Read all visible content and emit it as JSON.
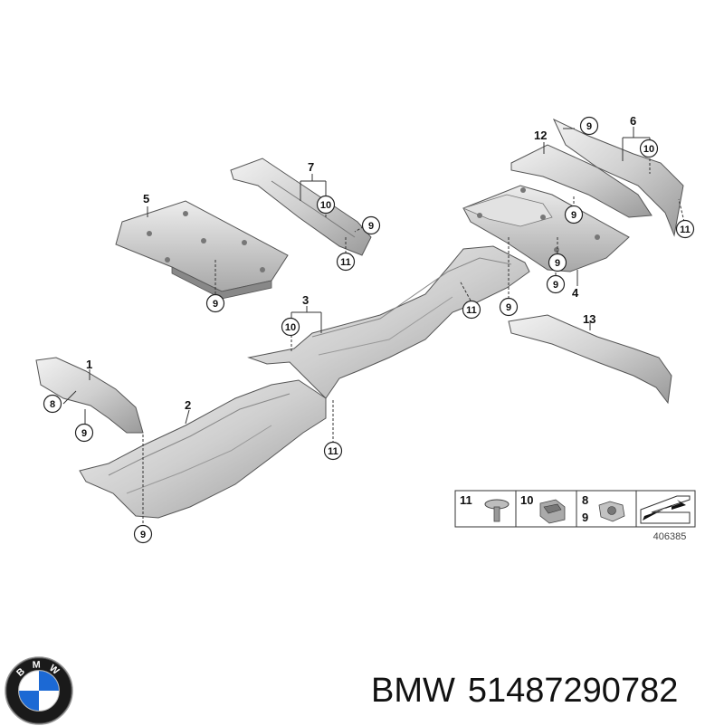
{
  "diagram": {
    "callouts": [
      "1",
      "2",
      "3",
      "4",
      "5",
      "6",
      "7",
      "12",
      "13"
    ],
    "circled_numbers": [
      "8",
      "9",
      "10",
      "11"
    ],
    "legend": {
      "items": [
        {
          "labels": [
            "11"
          ],
          "icon": "push-rivet-icon"
        },
        {
          "labels": [
            "10"
          ],
          "icon": "clip-nut-icon"
        },
        {
          "labels": [
            "8",
            "9"
          ],
          "icon": "hex-nut-icon"
        },
        {
          "labels": [],
          "icon": "arrow-sheet-icon"
        }
      ],
      "code": "406385"
    }
  },
  "caption": {
    "brand": "BMW",
    "part_number": "51487290782"
  },
  "logo": {
    "text": "BMW",
    "colors": {
      "blue": "#1c69d4",
      "black": "#1a1a1a",
      "white": "#ffffff"
    }
  }
}
